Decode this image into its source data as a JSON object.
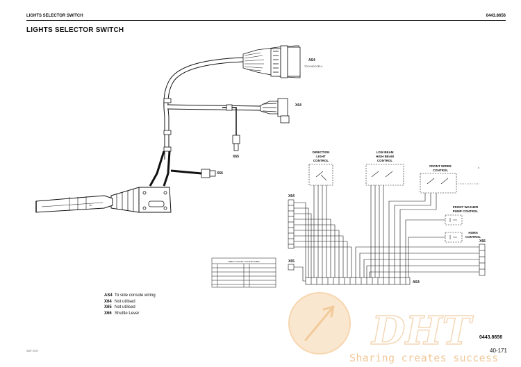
{
  "header": {
    "left": "LIGHTS SELECTOR SWITCH",
    "right": "0443.8656"
  },
  "page_title": "LIGHTS SELECTOR SWITCH",
  "connectors": {
    "as4_top": "AS4",
    "as4_top_sub": "TO 0.010.0732.4",
    "x64": "X64",
    "x65": "X65",
    "x66": "X66",
    "x64_wire": "X64",
    "x65_wire": "X65",
    "as4_wire": "AS4",
    "x66_wire": "X66"
  },
  "blocks": {
    "direction": [
      "DIRECTION",
      "LIGHT",
      "CONTROL"
    ],
    "beam": [
      "LOW BEAM",
      "HIGH BEAM",
      "CONTROL"
    ],
    "wiper": [
      "FRONT WIPER",
      "CONTROL"
    ],
    "washer": [
      "FRONT WASHER",
      "PUMP CONTROL"
    ],
    "horn": [
      "HORN",
      "CONTROL"
    ]
  },
  "color_table_title": "TABELLA COLORI / COLOURS TABLE",
  "legend": [
    {
      "key": "AS4",
      "text": "To side console wiring"
    },
    {
      "key": "X64",
      "text": "Not utilised"
    },
    {
      "key": "X65",
      "text": "Not utilised"
    },
    {
      "key": "X66",
      "text": "Shuttle Lever"
    }
  ],
  "footer": {
    "code": "0443.8656",
    "page": "40-171",
    "small": "0307 0720"
  },
  "watermark": {
    "logo": "DHT",
    "text": "Sharing creates success"
  },
  "colors": {
    "ink": "#111111",
    "watermark": "#f3c48c"
  }
}
